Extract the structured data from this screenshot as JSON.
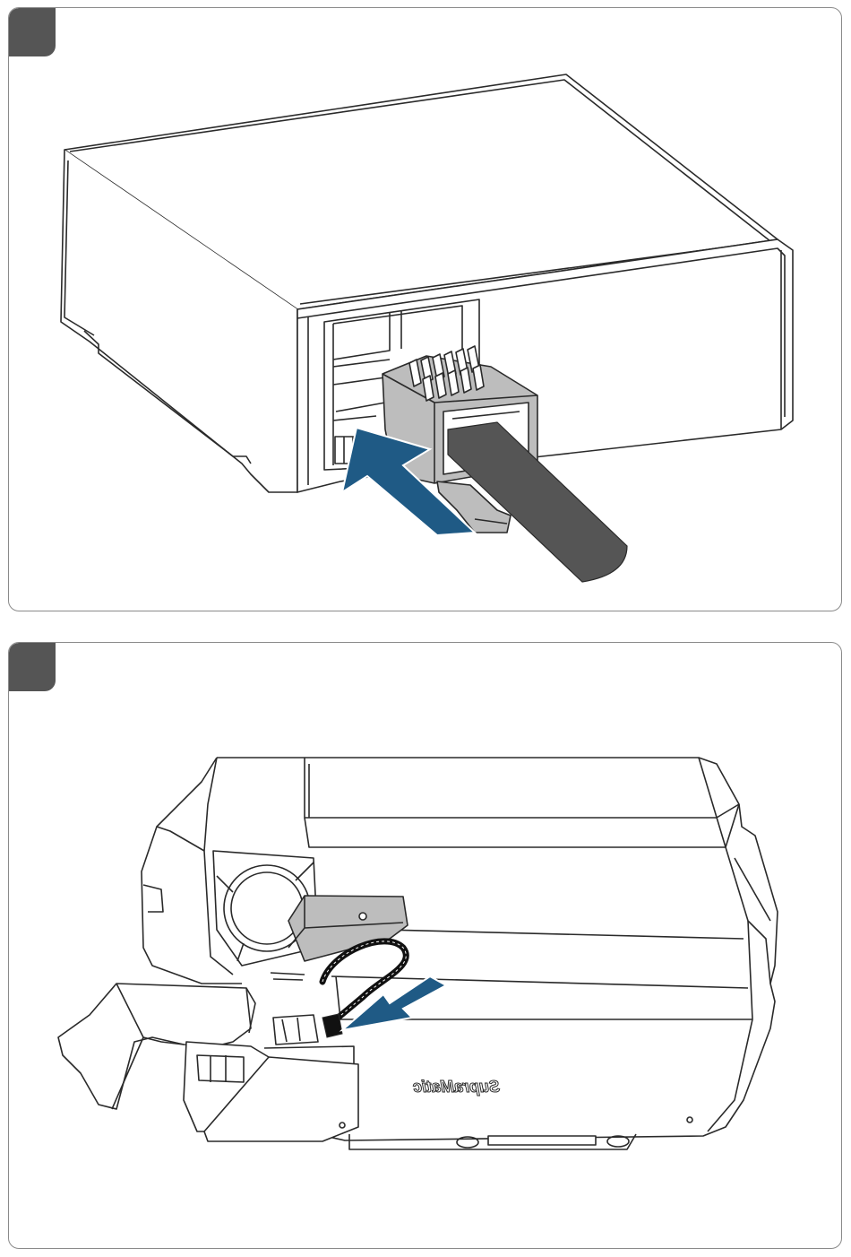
{
  "colors": {
    "accent_arrow": "#1f5a85",
    "plug_grey": "#b9b9b9",
    "cable_grey": "#555555",
    "badge_grey": "#555555",
    "line": "#2a2a2a"
  },
  "panel1": {
    "badge_icon": "step-marker"
  },
  "panel2": {
    "badge_icon": "step-marker",
    "brand_label": "SupraMatic"
  }
}
